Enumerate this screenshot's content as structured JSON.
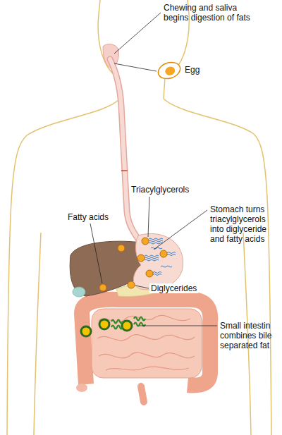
{
  "diagram": {
    "labels": [
      "Chewing and saliva begins digestion of fats",
      "Egg",
      "Triacylglycerols",
      "Fatty acids",
      "Stomach turns triacylglycerols into diglyceride and fatty acids",
      "Diglycerides",
      "Small intestin combines bile separated fat"
    ]
  }
}
